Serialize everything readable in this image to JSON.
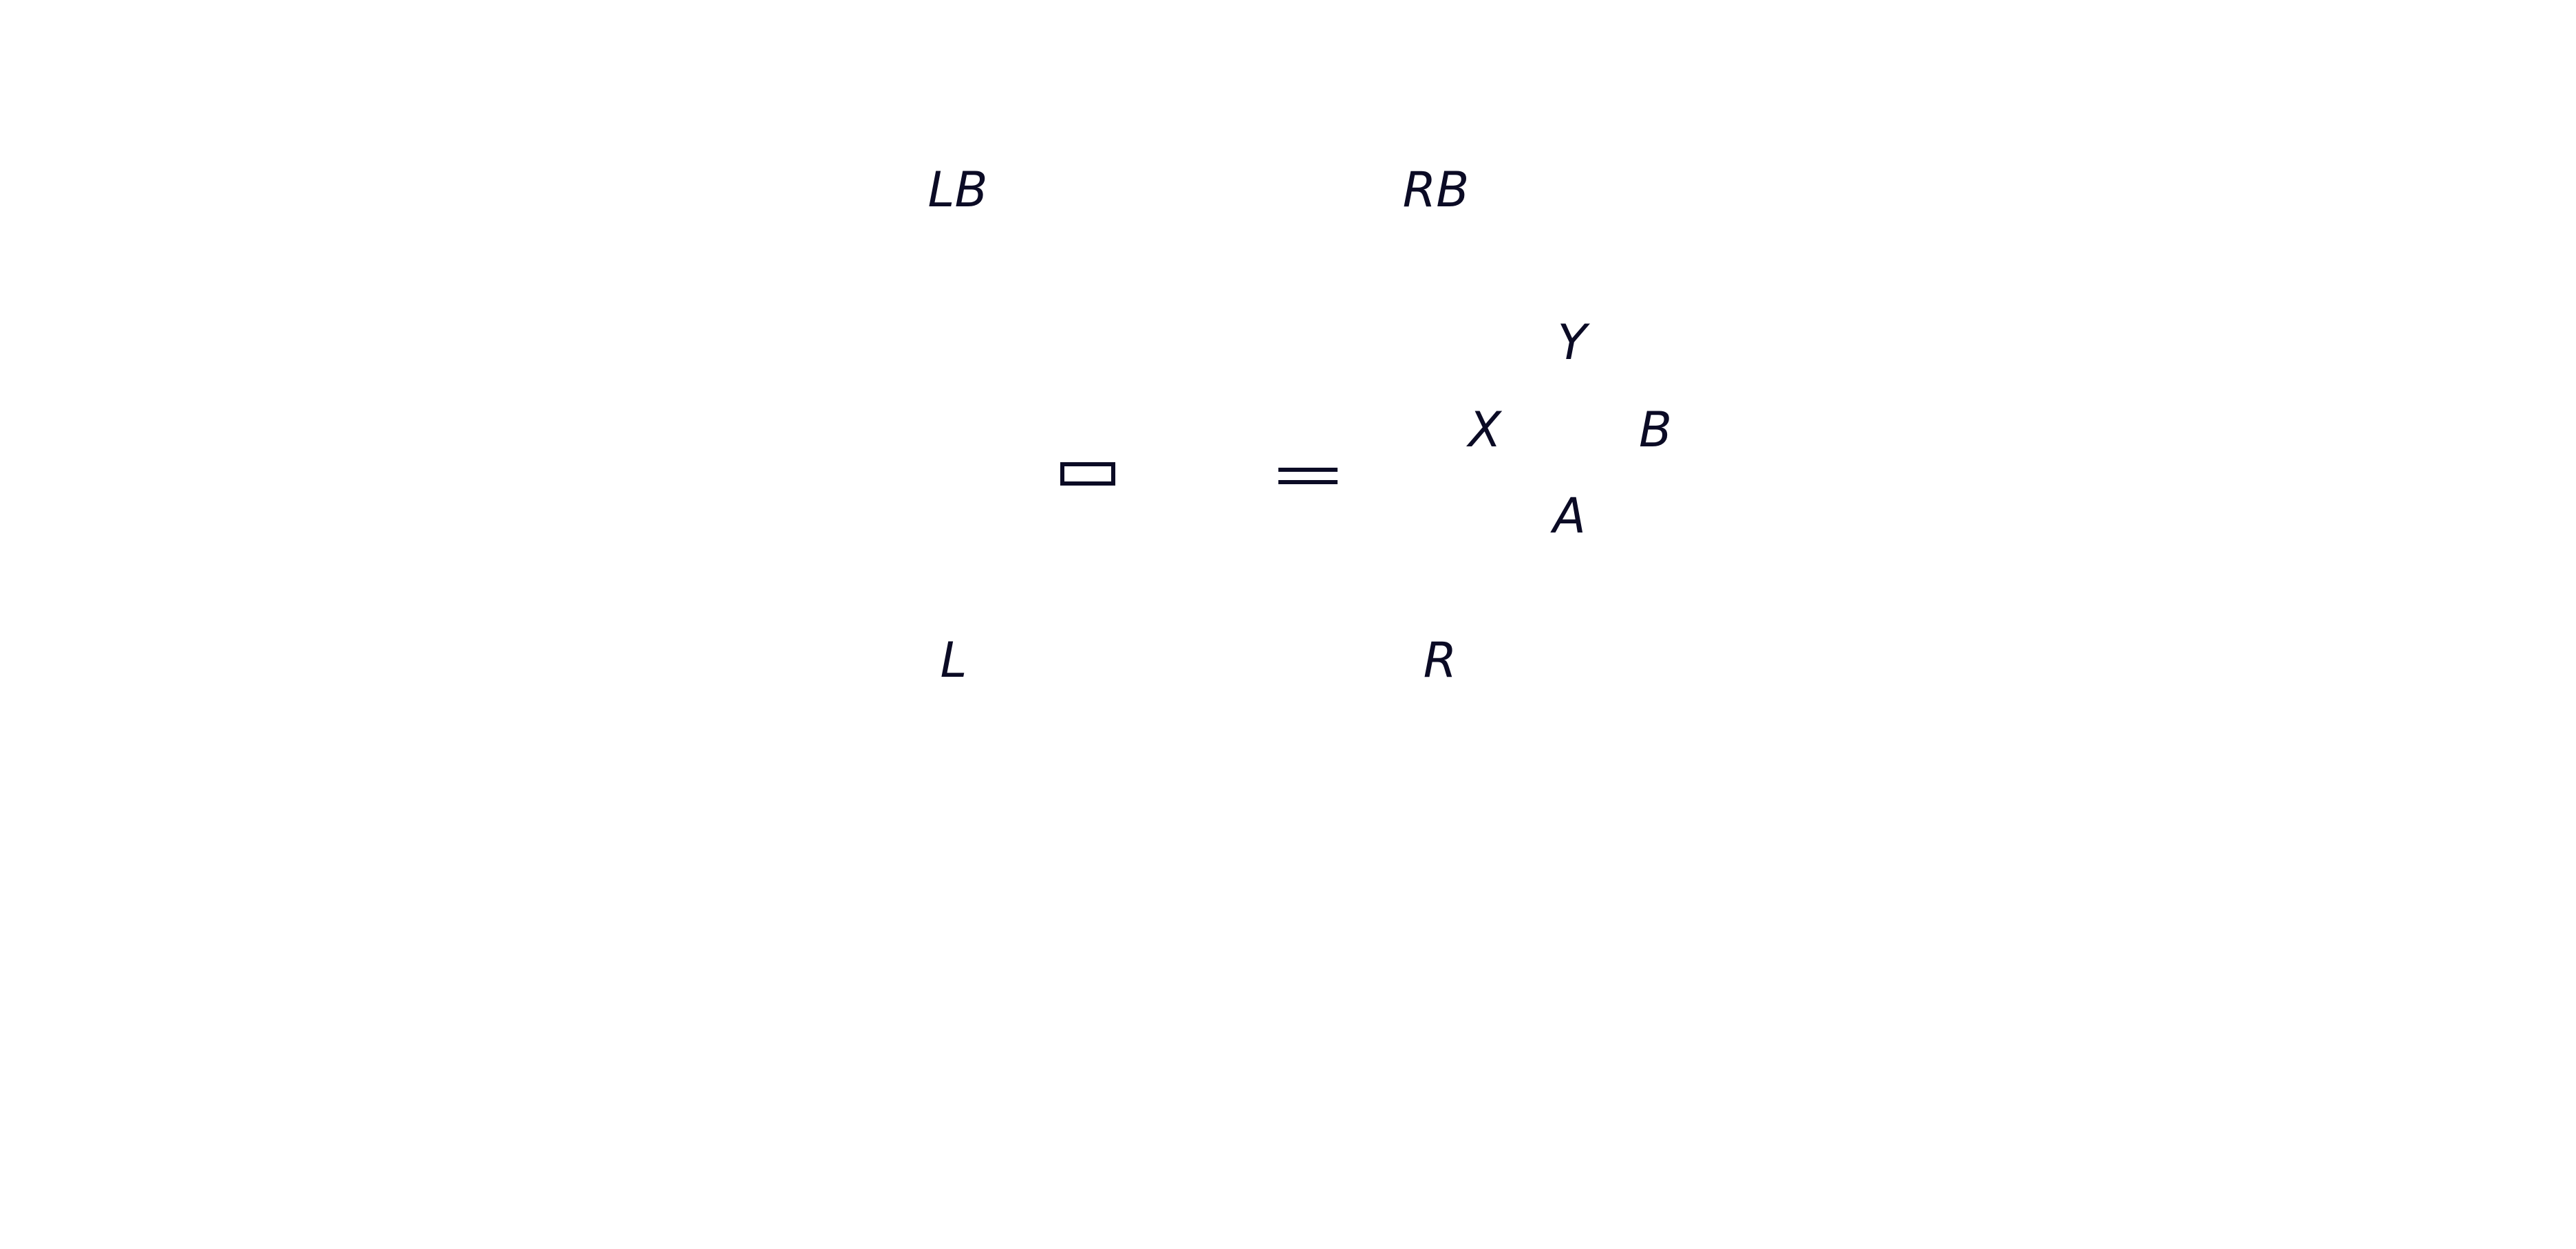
{
  "controller": {
    "shoulder": {
      "left_bumper": "LB",
      "right_bumper": "RB",
      "left_trigger": "L",
      "right_trigger": "R"
    },
    "face_buttons": {
      "y": "Y",
      "x": "X",
      "b": "B",
      "a": "A"
    },
    "center_buttons": {
      "view_icon": "view-icon",
      "menu_icon": "menu-icon"
    },
    "colors": {
      "ink": "#0b0b25",
      "background": "#ffffff"
    }
  }
}
